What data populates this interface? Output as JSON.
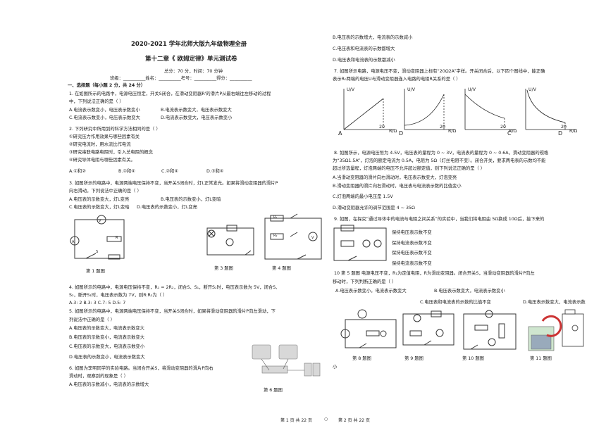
{
  "doc": {
    "title1": "2020-2021 学年北师大版九年级物理全册",
    "title2": "第十二章《 欧姆定律》单元测试卷",
    "meta1": "总分：70 分，时间：70 分钟",
    "meta2": "班级：__________姓名：__________考号：__________得分：__________",
    "section1": "一、选择题（每小题 2 分，共 24 分）"
  },
  "left": {
    "q1a": "1. 在如图所示的电路中，电源电压恒定，开关S闭合，在滑动变阻器R'的滑片P从最右端往左移动的过程",
    "q1b": "中，下列说法正确的是（    ）",
    "q1A": "A.电流表示数变小，电压表示数变小",
    "q1B": "B.电流表示数变大，电压表示数变大",
    "q1C": "C.电流表示数变小，电压表示数变大",
    "q1D": "D.电流表示数变大，电压表示数变小",
    "q2": "2. 下列研究中所用到的科学方法相同的是（    ）",
    "q2_1": "①研究压力作用效果与哪些因素有关",
    "q2_2": "②研究电流时，用水流比作电流",
    "q2_3": "③研究串联电路电阻时，引入总电阻的概念",
    "q2_4": "④研究导体电阻与哪些因素有关。",
    "q2A": "A.①和②",
    "q2B": "B.①和④",
    "q2C": "C.②和④",
    "q2D": "D.③和④",
    "q3a": "3. 如图所示的电路中，电源两端电压保持不变，当开关S闭合时，灯L正常发光。如果将滑动变阻器的滑片P",
    "q3b": "向右滑动，下列说法中正确的是（      ）",
    "q3A": "A.电压表的示数变大，灯L变亮",
    "q3B": "B.电压表的示数变小，灯L变暗",
    "q3C": "C.电压表的示数变大，灯L变暗",
    "q3D": "D.电压表的示数变小，灯L变亮",
    "cap1": "第 1 题图",
    "cap3": "第 3 题图",
    "cap4": "第 4 题图",
    "q4a": "4. 如图所示的电路中，电源电压保持不变，R₁ = 2R₂，闭合S、S₁，断开S₂时，电压表示数为 5V，闭合S、",
    "q4b": "S₂，断开S₁时，电压表示数为 7V，则R:R₂为（    ）",
    "q4opts": "A.3: 2     B.3: 3     C.7: 5     D.5: 7",
    "q5a": "5. 如图所示的电路中，电源两端电压保持不变，当开关S闭合时，如果将滑动变阻器的滑片P向左滑动，下",
    "q5b": "列说法中正确的是（    ）",
    "q5A": "A.电压表的示数变大，电流表示数变大",
    "q5B": "B.电压表的示数变小，电流表示数变大",
    "q5C": "C.电压表的示数变大，电流表示数变小",
    "q5D": "D.电压表的示数变小，电流表示数变大",
    "q6a": "6. 如图为李明同学的实验电路。当闭合开关S，将滑动变阻器的滑片P向右",
    "q6b": "滑动时，观察到的现象是（    ）",
    "q6A": "A.电压表的示数减小，电流表的示数增大",
    "cap6": "第 6 题图"
  },
  "right": {
    "q6B": "B.电压表的示数增大，电流表的示数减小",
    "q6C": "C.电压表和电流表的示数都增大",
    "q6D": "D.电压表和电流表的示数都减小",
    "q7a": "7. 如图所示电路，电源电压不变，滑动变阻器上标有“20Ω2A”字样。开关闭合后，以下四个图线中，能正确",
    "q7b": "表示R₀两端的电压U与滑动变阻器连入电路的电阻R关系的是（    ）",
    "gA": "A",
    "gD1": "D",
    "gC": "C",
    "gD2": "D",
    "axisU": "U/V",
    "axisR": "R/Ω",
    "tick20": "20",
    "q8a": "8. 如图所示，电源电压恒为 4.5V，电压表的量程为 0 ~ 3V，电流表的量程为 0 ~ 0.6A，滑动变阻器的规格",
    "q8b": "为“35Ω1.5A”，灯泡的额定电流为 0.5A，电阻为 5Ω（灯丝电阻不变）。闭合开关，要求两电表的示数均不能",
    "q8c": "超过所选量程，灯泡两端的电压不允许超过额定值，则下列说法正确的是（    ）",
    "q8A": "A.当滑动变阻器的滑片向右滑动时，电压表示数变大，灯泡变亮",
    "q8B": "B.滑动变阻器的滑片向右滑动时，电压表与电流表示数的比值变小",
    "q8C": "C.灯泡两端的最小电压是 1.5V",
    "q8D": "D.滑动变阻器允许的调节范围是 4 ~ 35Ω",
    "q9": "9. 如图，在探究“通过导体中的电流与电阻之间关系”的实验中，当我们将电阻由 5Ω换成 10Ω后，接下来的",
    "q9_1": "保持电压表示数不变",
    "q9_2": "保持电流表示数不变",
    "q9_3": "保持电压表示数不变",
    "q9_4": "保持电流表示数不变",
    "q10a": "10  第 5 题图      电源电压不变，R₁为定值电阻，R为滑动变阻器。闭合开关S，当滑动变阻器的滑片P向左",
    "q10b": "移动时，下列判断正确的是（    ）",
    "q10A": "A.电压表示数变小，电流表示数变大",
    "q10B": "B.电压表示数变大，电流表示数变小",
    "q10C": "C.电压表和电流表的示数的比值不变",
    "q10D": "D.电压表示数变大，电流表示数",
    "q10tail": "小",
    "cap8": "第 8 题图",
    "cap9": "第 9 题图",
    "cap10": "第 10 题图",
    "cap11": "第 11 题图"
  },
  "footer": {
    "p1": "第 1 页 共 22 页",
    "sep": "○",
    "p2": "第 2 页 共 22 页"
  }
}
